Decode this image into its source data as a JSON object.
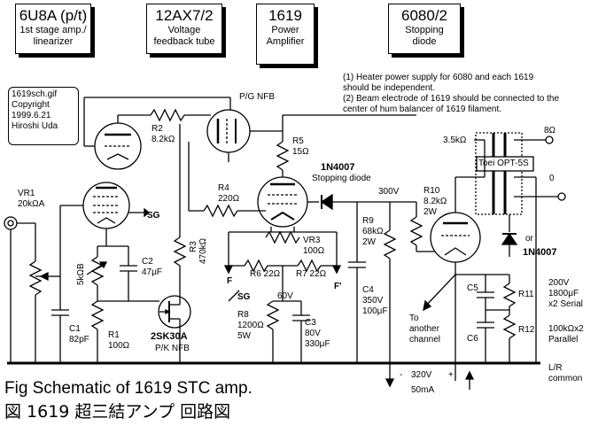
{
  "tube_boxes": [
    {
      "title": "6U8A (p/t)",
      "sub1": "1st stage amp./",
      "sub2": "linearizer"
    },
    {
      "title": "12AX7/2",
      "sub1": "Voltage",
      "sub2": "feedback tube"
    },
    {
      "title": "1619",
      "sub1": "Power",
      "sub2": "Amplifier"
    },
    {
      "title": "6080/2",
      "sub1": "Stopping",
      "sub2": "diode"
    }
  ],
  "copyright": {
    "file": "1619sch.gif",
    "line1": "Copyright",
    "date": "1999.6.21",
    "author": "Hiroshi Uda"
  },
  "notes": [
    "(1) Heater power supply for  6080 and each 1619 should be independent.",
    "(2) Beam electrode of 1619 should be connected to the center of hum balancer of 1619 filament."
  ],
  "components": {
    "vr1": "VR1",
    "vr1_val": "20kΩA",
    "r2": "R2",
    "r2_val": "8.2kΩ",
    "pg_nfb": "P/G NFB",
    "r5": "R5",
    "r5_val": "15Ω",
    "d1": "1N4007",
    "d1_desc": "Stopping diode",
    "r4": "R4",
    "r4_val": "220Ω",
    "v300": "300V",
    "r10": "R10",
    "r10_val1": "8.2kΩ",
    "r10_val2": "2W",
    "r9": "R9",
    "r9_val1": "68kΩ",
    "r9_val2": "2W",
    "vr3": "VR3",
    "vr3_val": "100Ω",
    "r6": "R6 22Ω",
    "r7": "R7 22Ω",
    "f": "F",
    "fp": "F'",
    "c4": "C4",
    "c4_val1": "350V",
    "c4_val2": "100μF",
    "r3": "R3",
    "r3_val": "470kΩ",
    "r8": "R8",
    "r8_val1": "1200Ω",
    "r8_val2": "5W",
    "c3": "C3",
    "c3_val1": "80V",
    "c3_val2": "330μF",
    "sg1": "SG",
    "sg2": "SG",
    "v60": "60V",
    "c2": "C2",
    "c2_val": "47μF",
    "r13": "5kΩB",
    "c1": "C1",
    "c1_val": "82pF",
    "r1": "R1",
    "r1_val": "100Ω",
    "fet": "2SK30A",
    "pk_nfb": "P/K NFB",
    "ot_prim": "3.5kΩ",
    "ot_name": "Toei OPT-5S",
    "out8": "8Ω",
    "out0": "0",
    "or": "or",
    "d2": "1N4007",
    "c5": "C5",
    "c6": "C6",
    "r11": "R11",
    "r12": "R12",
    "cap_spec1": "200V",
    "cap_spec2": "1800μF",
    "cap_spec3": "x2 Serial",
    "res_spec1": "100kΩx2",
    "res_spec2": "Parallel",
    "to_other1": "To",
    "to_other2": "another",
    "to_other3": "channel",
    "supply_minus": "-",
    "supply_v": "320V",
    "supply_plus": "+",
    "supply_i": "50mA",
    "lr1": "L/R",
    "lr2": "common"
  },
  "caption": {
    "en": "Fig    Schematic of  1619  STC amp.",
    "ja": "図    1619 超三結アンプ    回路図"
  }
}
